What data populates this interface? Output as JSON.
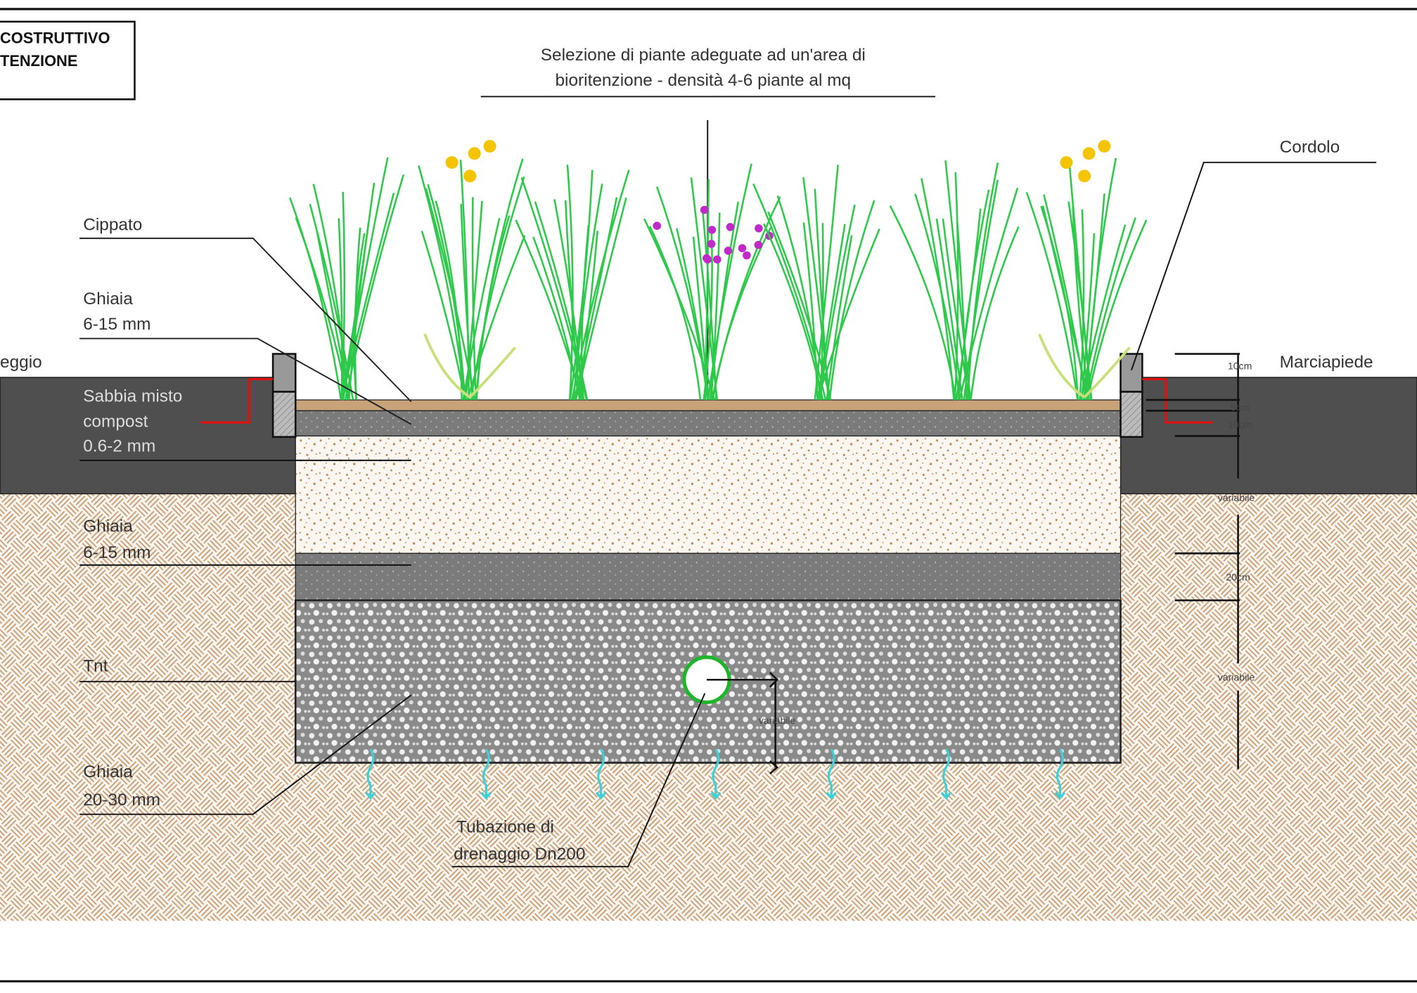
{
  "title_box": {
    "line1": "COSTRUTTIVO",
    "line2": "TENZIONE"
  },
  "header": {
    "line1": "Selezione di piante adeguate ad un'area di",
    "line2": "bioritenzione - densità 4-6 piante al mq"
  },
  "labels": {
    "cippato": "Cippato",
    "ghiaia_top_1": "Ghiaia",
    "ghiaia_top_2": "6-15 mm",
    "sabbia_1": "Sabbia misto",
    "sabbia_2": "compost",
    "sabbia_3": "0.6-2 mm",
    "ghiaia_mid_1": "Ghiaia",
    "ghiaia_mid_2": "6-15 mm",
    "tnt": "Tnt",
    "ghiaia_bot_1": "Ghiaia",
    "ghiaia_bot_2": "20-30 mm",
    "tubazione_1": "Tubazione di",
    "tubazione_2": "drenaggio Dn200",
    "cordolo": "Cordolo",
    "marciapiede": "Marciapiede",
    "parcheggio": "eggio"
  },
  "dimensions": {
    "d1": "10cm",
    "d2": "5cm",
    "d3": "10cm",
    "d4": "variabile",
    "d5": "20cm",
    "d6": "variabile",
    "d7": "variabile"
  },
  "colors": {
    "asphalt": "#4f4f4f",
    "gravel": "#7b7b7b",
    "coarse_gravel": "#8c8c8c",
    "soil_line": "#c9a27c",
    "grass": "#2ec84a",
    "flower_yellow": "#f5c400",
    "flower_magenta": "#c02ac8",
    "pipe": "#1fb52a",
    "water": "#3fd0d8",
    "curb_red": "#e01010"
  }
}
